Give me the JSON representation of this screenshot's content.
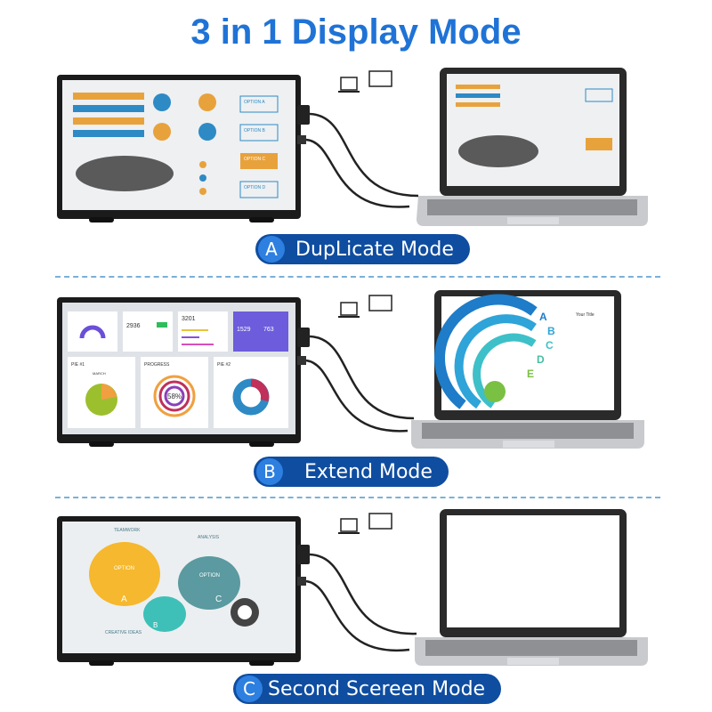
{
  "title": "3 in 1 Display Mode",
  "modes": [
    {
      "letter": "A",
      "label": "DupLicate Mode"
    },
    {
      "letter": "B",
      "label": "Extend Mode"
    },
    {
      "letter": "C",
      "label": "Second Scereen Mode"
    }
  ],
  "screen1": {
    "options": [
      "OPTION A",
      "OPTION B",
      "OPTION C",
      "OPTION D"
    ]
  },
  "screen2": {
    "pie1": "PIE #1",
    "progress": "PROGRESS",
    "pie2": "PIE #2",
    "percent": "58%",
    "stat1": "1529",
    "stat2": "763",
    "stat3": "2936",
    "stat4": "3201",
    "month": "MARCH"
  },
  "laptop2": {
    "letters": [
      "A",
      "B",
      "C",
      "D",
      "E"
    ],
    "item_title": "Your Title"
  },
  "screen3": {
    "teamwork": "TEAMWORK",
    "analysis": "ANALYSIS",
    "option": "OPTION",
    "letters": [
      "A",
      "B",
      "C"
    ],
    "creative": "CREATIVE IDEAS"
  },
  "colors": {
    "title": "#1f73d6",
    "pill": "#0f4da0",
    "pill_letter": "#2d7fe0",
    "divider": "#7ab0d8"
  }
}
